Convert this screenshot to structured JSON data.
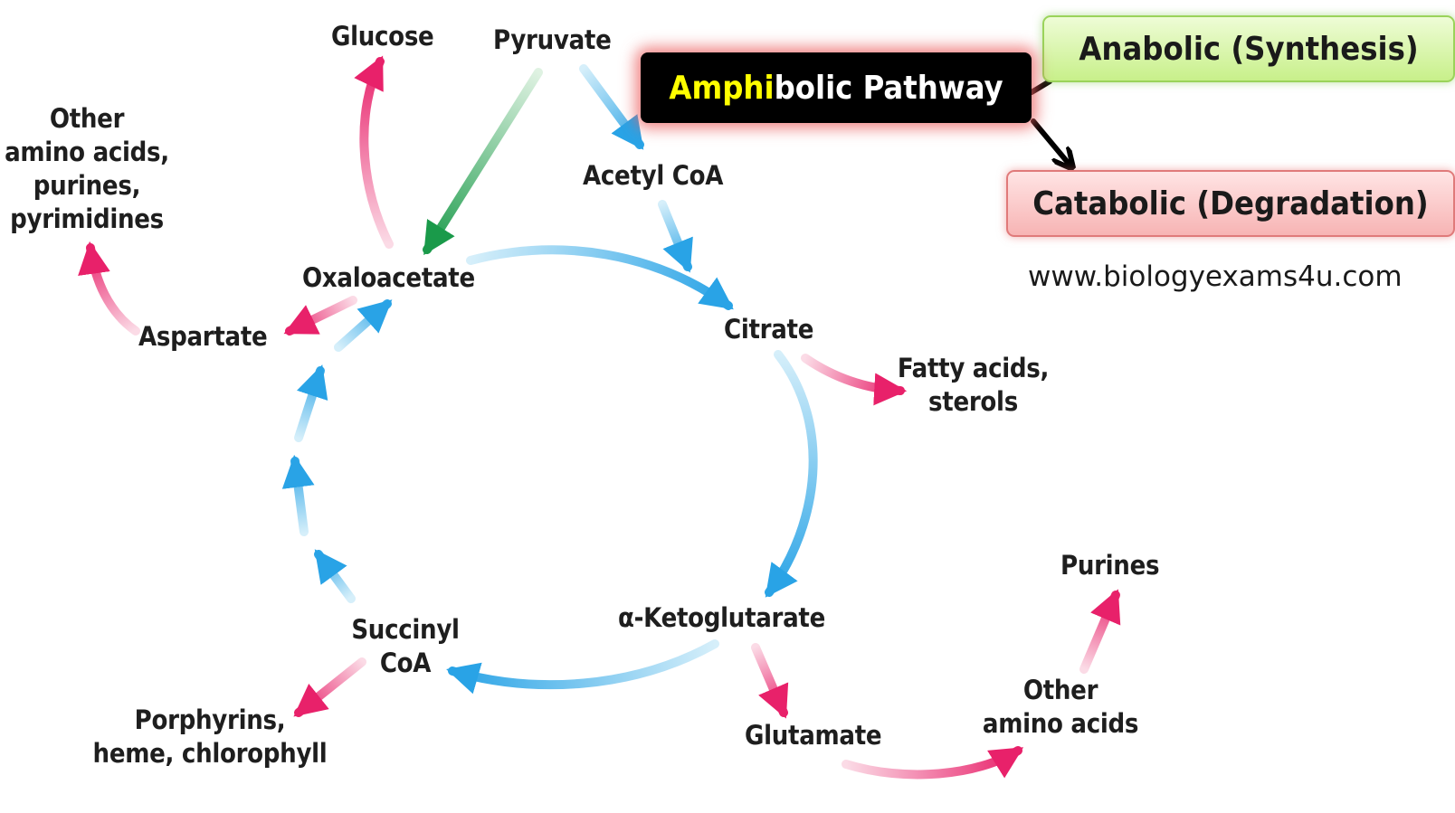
{
  "legend": {
    "anabolic": "Anabolic (Synthesis)",
    "catabolic": "Catabolic (Degradation)",
    "amphibolic_highlight": "Amphi",
    "amphibolic_rest": "bolic Pathway",
    "website": "www.biologyexams4u.com"
  },
  "colors": {
    "cycle_arrow": "#29a3e6",
    "anabolic_branch_arrow": "#e8216a",
    "pyruvate_to_oxaloacetate_arrow": "#1a9a4a",
    "highlight_text": "#ffff00"
  },
  "metabolites": {
    "glucose": "Glucose",
    "pyruvate": "Pyruvate",
    "acetyl_coa": "Acetyl CoA",
    "oxaloacetate": "Oxaloacetate",
    "citrate": "Citrate",
    "aspartate": "Aspartate",
    "other_aa_purines": [
      "Other",
      "amino acids,",
      "purines,",
      "pyrimidines"
    ],
    "fatty_acids": [
      "Fatty acids,",
      "sterols"
    ],
    "alpha_kg": "α-Ketoglutarate",
    "succinyl_coa": [
      "Succinyl",
      "CoA"
    ],
    "porphyrins": [
      "Porphyrins,",
      "heme, chlorophyll"
    ],
    "glutamate": "Glutamate",
    "other_aa": [
      "Other",
      "amino acids"
    ],
    "purines": "Purines"
  }
}
